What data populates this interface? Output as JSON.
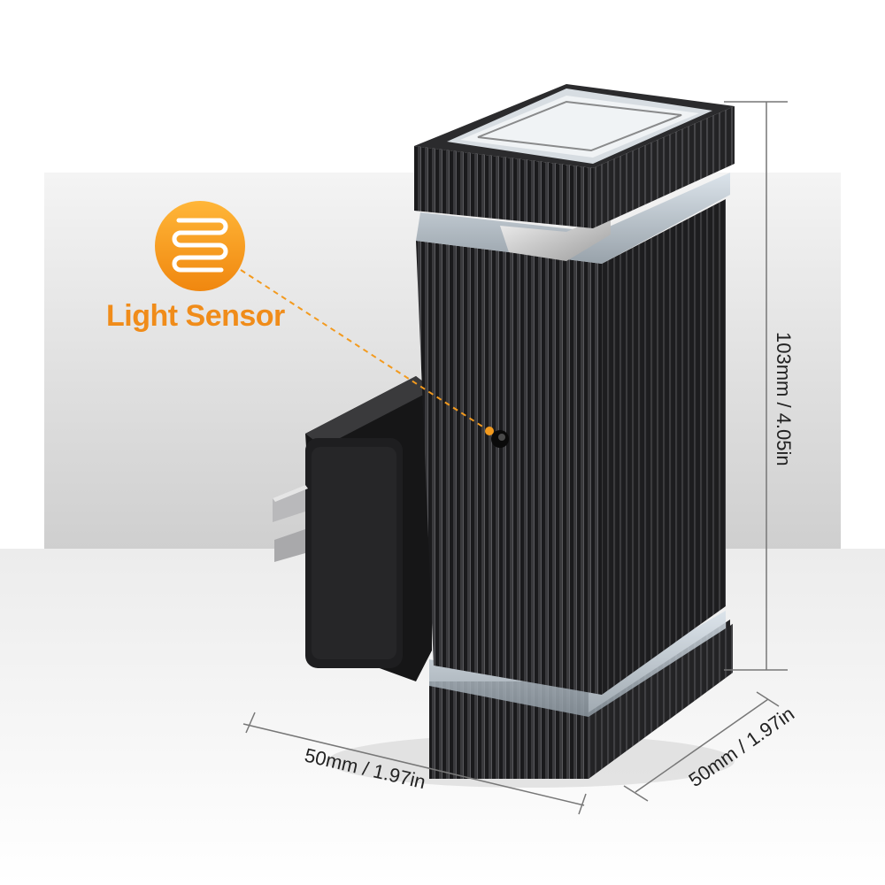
{
  "callout": {
    "label": "Light Sensor",
    "icon": "light-sensor-wave-icon",
    "color": "#f39a1e"
  },
  "dimensions": {
    "height": "103mm / 4.05in",
    "width": "50mm / 1.97in",
    "depth": "50mm / 1.97in"
  },
  "colors": {
    "product_body": "#1c1c1e",
    "accent": "#f39a1e"
  }
}
